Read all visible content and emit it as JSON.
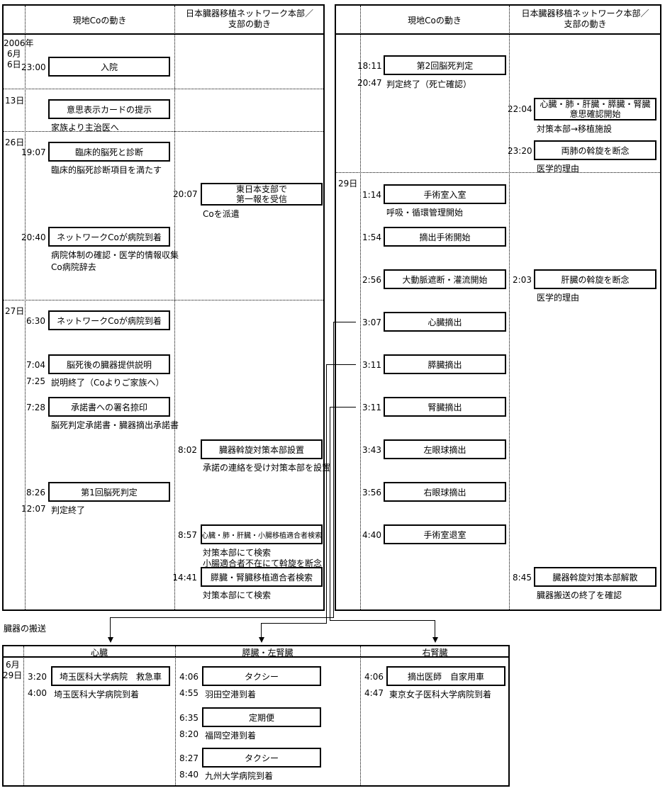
{
  "colors": {
    "line": "#000000",
    "background": "#ffffff"
  },
  "header": {
    "local_col": "現地Coの動き",
    "network_col_line1": "日本臓器移植ネットワーク本部／",
    "network_col_line2": "支部の動き"
  },
  "left_panel": {
    "dates": {
      "year": "2006年",
      "month": "6月",
      "day1": "6日",
      "day2": "13日",
      "day3": "26日",
      "day4": "27日"
    },
    "events": [
      {
        "time": "23:00",
        "label": "入院"
      },
      {
        "label": "意思表示カードの提示",
        "note": "家族より主治医へ"
      },
      {
        "time": "19:07",
        "label": "臨床的脳死と診断",
        "note": "臨床的脳死診断項目を満たす"
      },
      {
        "time": "20:07",
        "label1": "東日本支部で",
        "label2": "第一報を受信",
        "note": "Coを派遣"
      },
      {
        "time": "20:40",
        "label": "ネットワークCoが病院到着",
        "note1": "病院体制の確認・医学的情報収集",
        "note2": "Co病院辞去"
      },
      {
        "time": "6:30",
        "label": "ネットワークCoが病院到着"
      },
      {
        "time": "7:04",
        "label": "脳死後の臓器提供説明",
        "time2": "7:25",
        "note": "説明終了（Coよりご家族へ）"
      },
      {
        "time": "7:28",
        "label": "承諾書への署名捺印",
        "note": "脳死判定承諾書・臓器摘出承諾書"
      },
      {
        "time": "8:02",
        "label": "臓器斡旋対策本部設置",
        "note": "承諾の連絡を受け対策本部を設置"
      },
      {
        "time": "8:26",
        "label": "第1回脳死判定",
        "time2": "12:07",
        "note": "判定終了"
      },
      {
        "time": "8:57",
        "label": "心臓・肺・肝臓・小腸移植適合者検索",
        "note1": "対策本部にて検索",
        "note2": "小腸適合者不在にて斡旋を断念"
      },
      {
        "time": "14:41",
        "label": "膵臓・腎臓移植適合者検索",
        "note": "対策本部にて検索"
      }
    ]
  },
  "right_panel": {
    "date": "29日",
    "events": [
      {
        "time": "18:11",
        "label": "第2回脳死判定",
        "time2": "20:47",
        "note": "判定終了（死亡確認）"
      },
      {
        "time": "22:04",
        "label1": "心臓・肺・肝臓・膵臓・腎臓",
        "label2": "意思確認開始",
        "note": "対策本部→移植施設"
      },
      {
        "time": "23:20",
        "label": "両肺の斡旋を断念",
        "note": "医学的理由"
      },
      {
        "time": "1:14",
        "label": "手術室入室",
        "note": "呼吸・循環管理開始"
      },
      {
        "time": "1:54",
        "label": "摘出手術開始"
      },
      {
        "time": "2:56",
        "label": "大動脈遮断・灌流開始"
      },
      {
        "time": "2:03",
        "label": "肝臓の斡旋を断念",
        "note": "医学的理由"
      },
      {
        "time": "3:07",
        "label": "心臓摘出"
      },
      {
        "time": "3:11",
        "label": "膵臓摘出"
      },
      {
        "time": "3:11",
        "label": "腎臓摘出"
      },
      {
        "time": "3:43",
        "label": "左眼球摘出"
      },
      {
        "time": "3:56",
        "label": "右眼球摘出"
      },
      {
        "time": "4:40",
        "label": "手術室退室"
      },
      {
        "time": "8:45",
        "label": "臓器斡旋対策本部解散",
        "note": "臓器搬送の終了を確認"
      }
    ]
  },
  "transport": {
    "title": "臓器の搬送",
    "dates": {
      "month": "6月",
      "day": "29日"
    },
    "columns": [
      "心臓",
      "膵臓・左腎臓",
      "右腎臓"
    ],
    "heart": [
      {
        "time": "3:20",
        "label": "埼玉医科大学病院　救急車",
        "time2": "4:00",
        "note": "埼玉医科大学病院到着"
      }
    ],
    "pancreas_left_kidney": [
      {
        "time": "4:06",
        "label": "タクシー",
        "time2": "4:55",
        "note": "羽田空港到着"
      },
      {
        "time": "6:35",
        "label": "定期便",
        "time2": "8:20",
        "note": "福岡空港到着"
      },
      {
        "time": "8:27",
        "label": "タクシー",
        "time2": "8:40",
        "note": "九州大学病院到着"
      }
    ],
    "right_kidney": [
      {
        "time": "4:06",
        "label": "摘出医師　自家用車",
        "time2": "4:47",
        "note": "東京女子医科大学病院到着"
      }
    ]
  }
}
